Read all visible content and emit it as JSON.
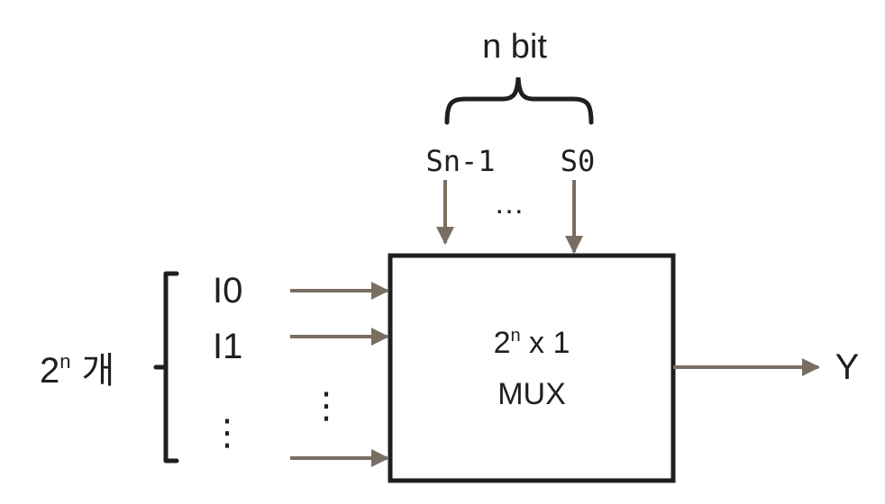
{
  "diagram": {
    "bit_label": "n bit",
    "selects": {
      "high": "Sn-1",
      "ellipsis": "…",
      "low": "S0"
    },
    "count": {
      "base": "2",
      "exp": "n",
      "word": "개"
    },
    "inputs": {
      "i0": "I0",
      "i1": "I1",
      "dots_left": "⋮",
      "dots_mid": "⋮"
    },
    "mux": {
      "base": "2",
      "exp": "n",
      "rest": " x 1",
      "name": "MUX"
    },
    "output": "Y",
    "colors": {
      "arrow": "#7a6e62",
      "box": "#1f1f1f",
      "text": "#1f1f1f"
    }
  }
}
